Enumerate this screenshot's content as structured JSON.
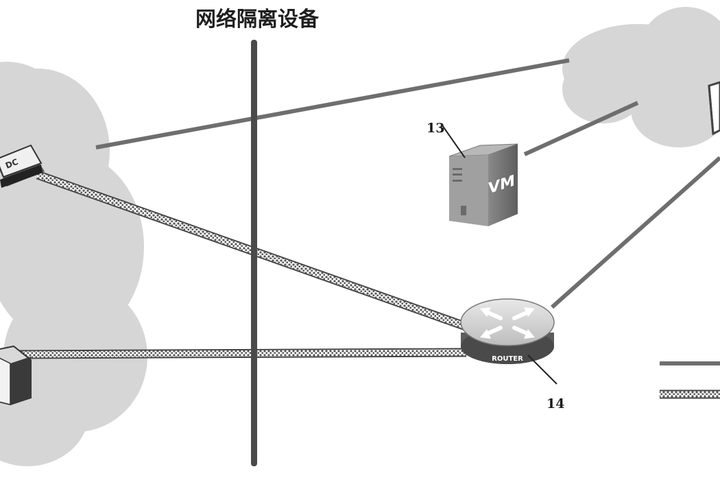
{
  "title": "网络隔离设备",
  "labels": {
    "vm_number": "13",
    "router_number": "14"
  },
  "vm_icon_text": "VM",
  "router_icon_text": "ROUTER",
  "device_left_text": "DC",
  "colors": {
    "cloud": "#d6d6d6",
    "solid_line": "#6e6e6e",
    "divider": "#4a4a4a",
    "dotted_line": "#707070"
  }
}
